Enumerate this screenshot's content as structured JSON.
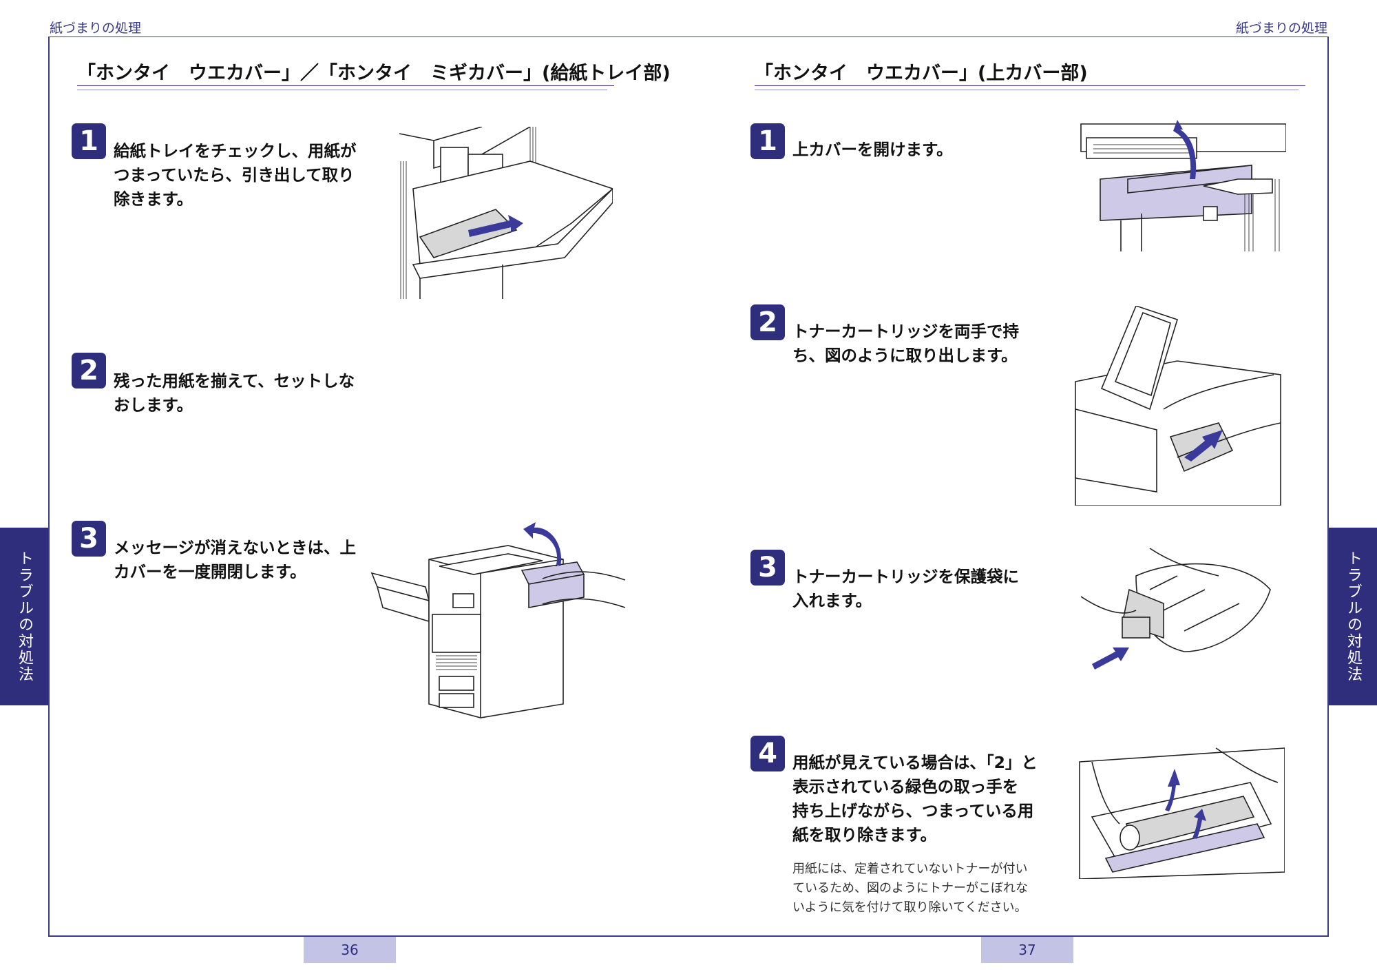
{
  "running_head": {
    "left": "紙づまりの処理",
    "right": "紙づまりの処理"
  },
  "side_tab": {
    "left": "トラブルの対処法",
    "right": "トラブルの対処法"
  },
  "page_numbers": {
    "left": "36",
    "right": "37"
  },
  "left_page": {
    "heading": "「ホンタイ　ウエカバー」／「ホンタイ　ミギカバー」(給紙トレイ部)",
    "steps": [
      {
        "number": "1",
        "lines": [
          "給紙トレイをチェックし、用紙が",
          "つまっていたら、引き出して取り",
          "除きます。"
        ]
      },
      {
        "number": "2",
        "lines": [
          "残った用紙を揃えて、セットしな",
          "おします。"
        ]
      },
      {
        "number": "3",
        "lines": [
          "メッセージが消えないときは、上",
          "カバーを一度開閉します。"
        ]
      }
    ]
  },
  "right_page": {
    "heading": "「ホンタイ　ウエカバー」(上カバー部)",
    "steps": [
      {
        "number": "1",
        "lines": [
          "上カバーを開けます。"
        ]
      },
      {
        "number": "2",
        "lines": [
          "トナーカートリッジを両手で持",
          "ち、図のように取り出します。"
        ]
      },
      {
        "number": "3",
        "lines": [
          "トナーカートリッジを保護袋に",
          "入れます。"
        ]
      },
      {
        "number": "4",
        "lines": [
          "用紙が見えている場合は、「2」と",
          "表示されている緑色の取っ手を",
          "持ち上げながら、つまっている用",
          "紙を取り除きます。"
        ],
        "note_lines": [
          "用紙には、定着されていないトナーが付い",
          "ているため、図のようにトナーがこぼれな",
          "いように気を付けて取り除いてください。"
        ]
      }
    ]
  },
  "colors": {
    "accent": "#2e2e7c",
    "highlight": "#cdc9e6",
    "page_num_bg": "#c3c3e6"
  }
}
